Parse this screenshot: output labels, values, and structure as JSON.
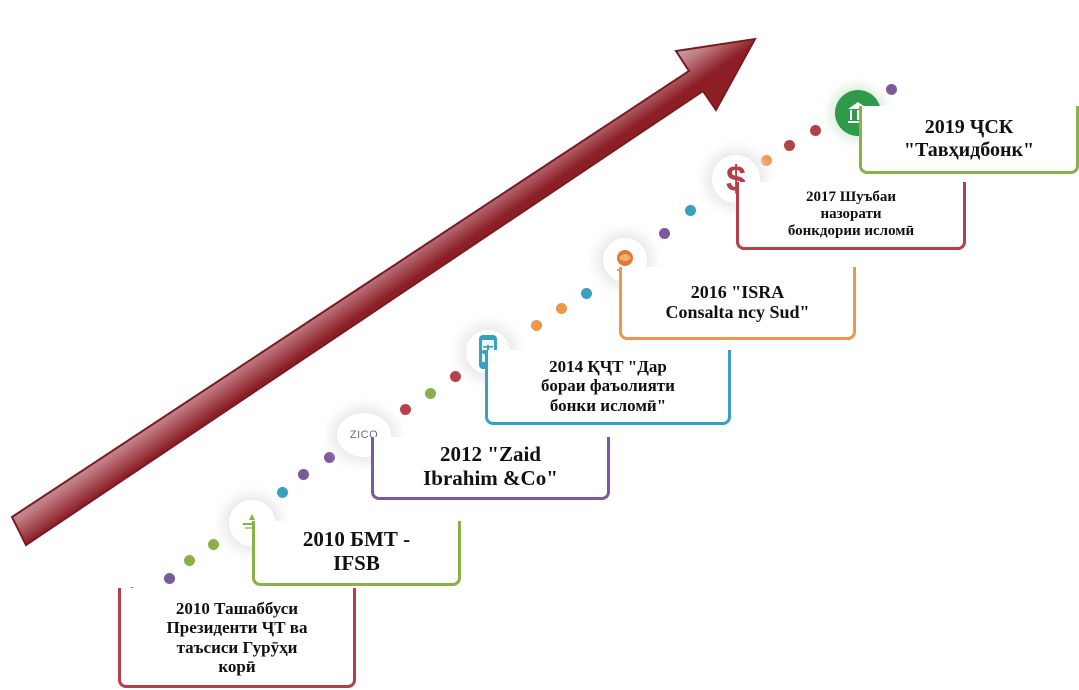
{
  "milestones": [
    {
      "id": "m2010a",
      "text": "2010 Ташаббуси\nПрезиденти ҶТ ва\nтаъсиси Гурӯҳи\nкорӣ",
      "color": "#b5404a",
      "icon": "bank-building-icon"
    },
    {
      "id": "m2010b",
      "text": "2010 БМТ -\nIFSB",
      "color": "#8ab04a",
      "icon": "ifsb-logo-icon"
    },
    {
      "id": "m2012",
      "text": "2012 \"Zaid\nIbrahim &Co\"",
      "color": "#7a5a9a",
      "icon_text": "ZICO",
      "icon": "zico-logo-icon"
    },
    {
      "id": "m2014",
      "text": "2014 ҚҶТ \"Дар\nбораи фаъолияти\nбонки исломӣ\"",
      "color": "#3aa0c0",
      "icon": "phone-law-icon"
    },
    {
      "id": "m2016",
      "text": "2016 \"ISRA\nConsalta ncy Sud\"",
      "color": "#f0964a",
      "icon": "isra-globe-icon"
    },
    {
      "id": "m2017",
      "text": "2017 Шуъбаи\nназорати\nбонкдории исломӣ",
      "color": "#b5404a",
      "icon_text": "$",
      "icon": "dollar-icon"
    },
    {
      "id": "m2019",
      "text": "2019 ҶСК\n\"Тавҳидбонк\"",
      "color": "#8ab04a",
      "icon": "tavhidbonk-logo-icon"
    }
  ],
  "colors": {
    "arrow_dark": "#8c1f26",
    "arrow_light": "#b7c8df",
    "dot_purple": "#7a5a9a",
    "dot_green": "#8ab04a",
    "dot_teal": "#3aa0c0",
    "dot_red": "#b5404a",
    "dot_orange": "#f0964a"
  }
}
